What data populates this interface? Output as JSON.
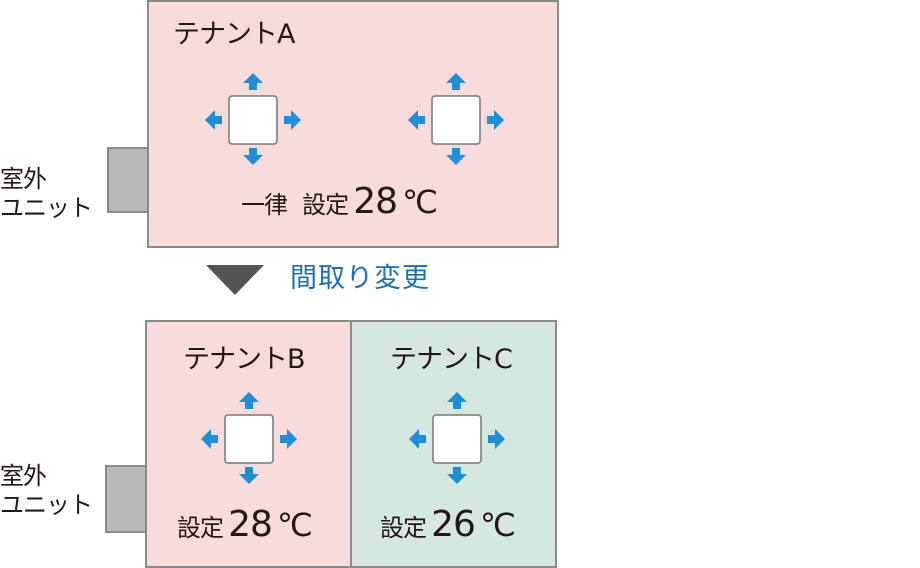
{
  "outdoor_unit_label": [
    "室外",
    "ユニット"
  ],
  "before": {
    "tenant": "テナントA",
    "uniform": "一律",
    "setting_label": "設定",
    "temperature": "28",
    "unit": "℃"
  },
  "change_label": "間取り変更",
  "after": {
    "tenant_b": {
      "name": "テナントB",
      "setting_label": "設定",
      "temperature": "28",
      "unit": "℃"
    },
    "tenant_c": {
      "name": "テナントC",
      "setting_label": "設定",
      "temperature": "26",
      "unit": "℃"
    }
  },
  "colors": {
    "arrow": "#1e8fd6",
    "room_pink": "#f8dcdc",
    "room_green": "#d5e8e0",
    "change_text": "#1a6fb5",
    "down_triangle": "#555555"
  }
}
